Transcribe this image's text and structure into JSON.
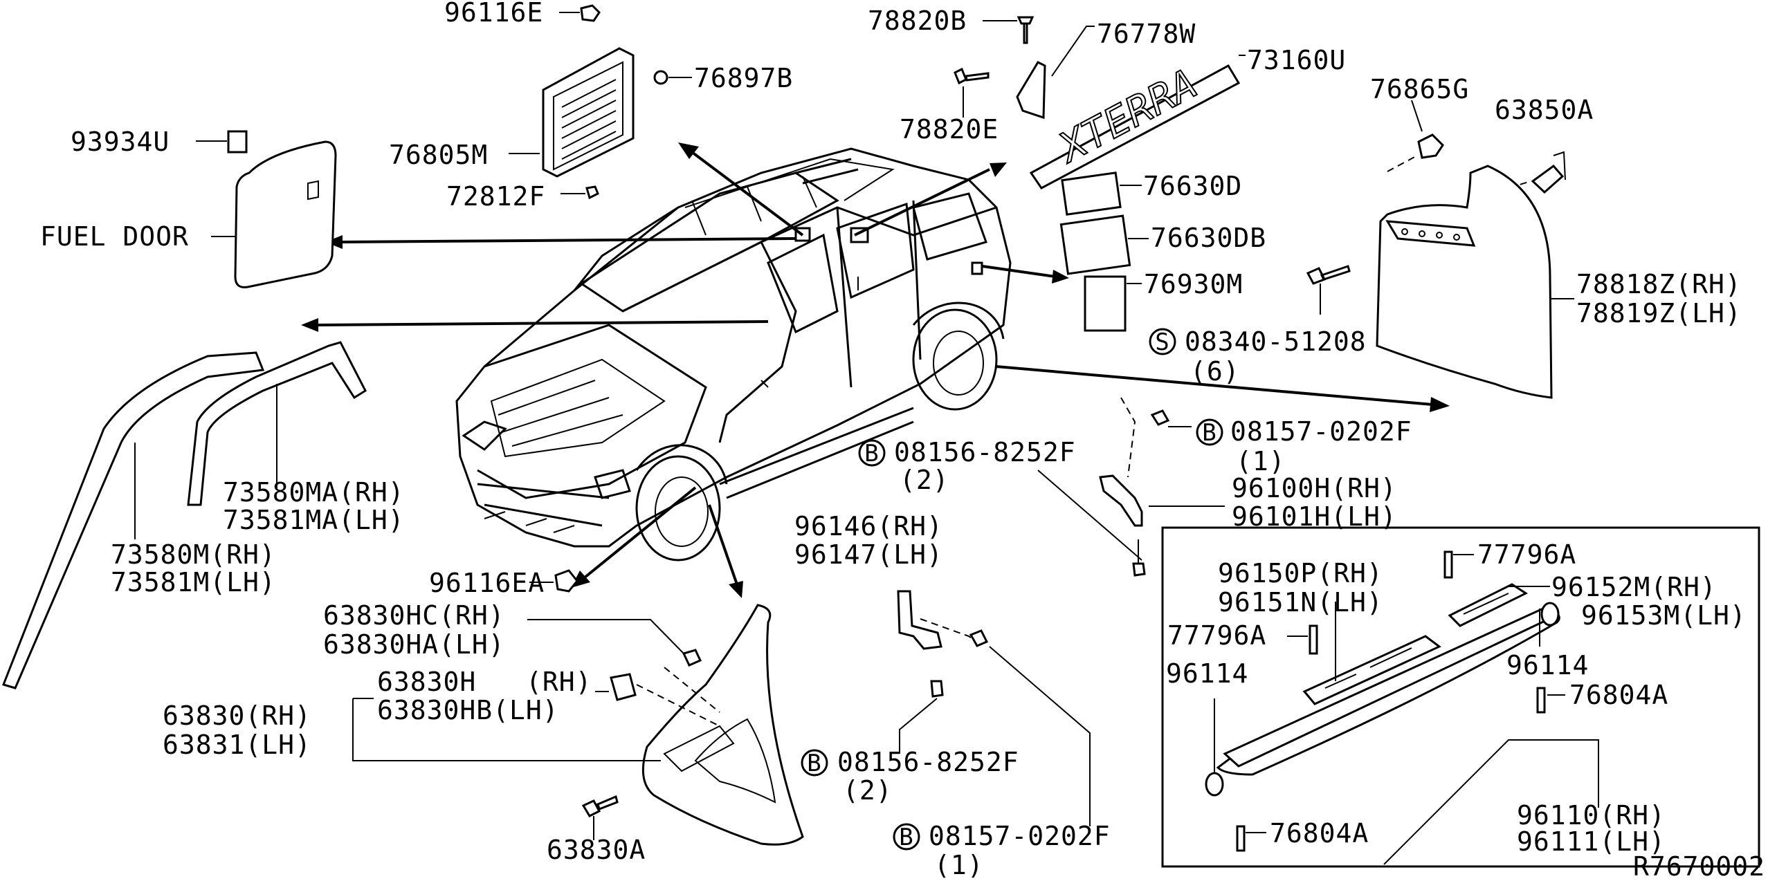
{
  "diagram_id": "R7670002",
  "callouts": {
    "c_96116E": "96116E",
    "c_78820B": "78820B",
    "c_76778W": "76778W",
    "c_73160U": "73160U",
    "c_76897B": "76897B",
    "c_76865G": "76865G",
    "c_63850A": "63850A",
    "c_93934U": "93934U",
    "c_78820E": "78820E",
    "c_76805M": "76805M",
    "c_72812F": "72812F",
    "c_76630D": "76630D",
    "c_76630DB": "76630DB",
    "c_fuel_door": "FUEL DOOR",
    "c_76930M": "76930M",
    "c_78818Z": "78818Z(RH)",
    "c_78819Z": "78819Z(LH)",
    "c_08340": "08340-51208",
    "c_08340_qty": "(6)",
    "c_08157_a": "08157-0202F",
    "c_08157_a_qty": "(1)",
    "c_08156_a": "08156-8252F",
    "c_08156_a_qty": "(2)",
    "c_96100H": "96100H(RH)",
    "c_96101H": "96101H(LH)",
    "c_73580MA": "73580MA(RH)",
    "c_73581MA": "73581MA(LH)",
    "c_96146": "96146(RH)",
    "c_96147": "96147(LH)",
    "c_77796A_top": "77796A",
    "c_96150P": "96150P(RH)",
    "c_96151N": "96151N(LH)",
    "c_96152M": "96152M(RH)",
    "c_96153M": "96153M(LH)",
    "c_73580M": "73580M(RH)",
    "c_73581M": "73581M(LH)",
    "c_96116EA": "96116EA",
    "c_77796A_mid": "77796A",
    "c_96114_right": "96114",
    "c_96114_left": "96114",
    "c_63830HC": "63830HC(RH)",
    "c_63830HA": "63830HA(LH)",
    "c_63830H": "63830H",
    "c_63830H_rh": "(RH)",
    "c_63830HB": "63830HB(LH)",
    "c_76804A_right": "76804A",
    "c_63830": "63830(RH)",
    "c_63831": "63831(LH)",
    "c_08156_b": "08156-8252F",
    "c_08156_b_qty": "(2)",
    "c_96110": "96110(RH)",
    "c_96111": "96111(LH)",
    "c_63830A": "63830A",
    "c_76804A_bottom": "76804A",
    "c_08157_b": "08157-0202F",
    "c_08157_b_qty": "(1)"
  },
  "symbols": {
    "bolt_mark": "B",
    "screw_mark": "S"
  },
  "emblem_text": "XTERRA"
}
